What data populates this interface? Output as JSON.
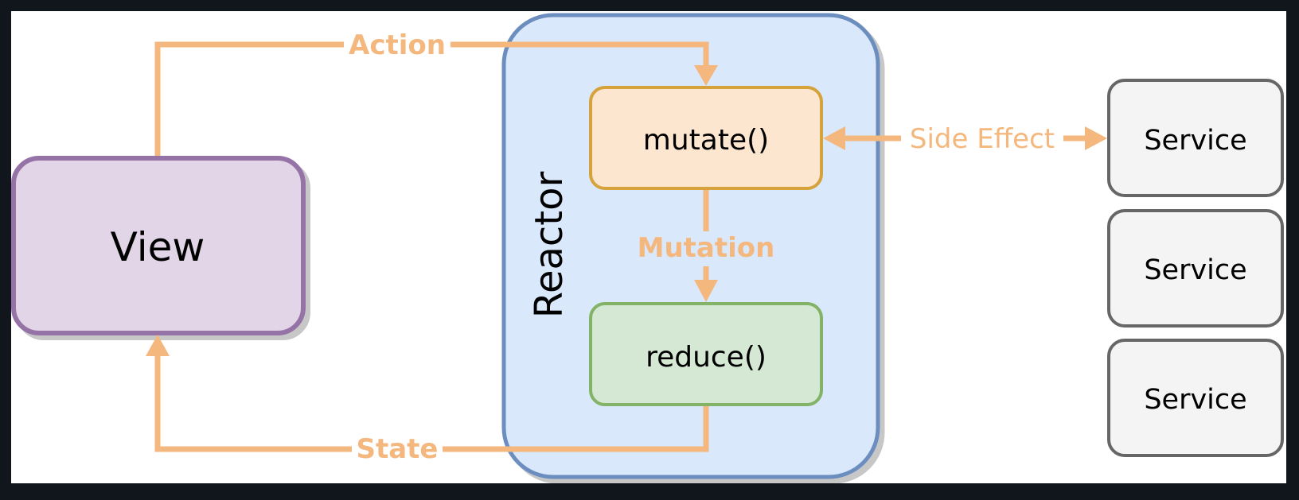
{
  "colors": {
    "frame": "#10161b",
    "canvas": "#ffffff",
    "arrow": "#f4b77d",
    "view_fill": "#e1d5e7",
    "view_stroke": "#9673a6",
    "reactor_fill": "#dae8fc",
    "reactor_stroke": "#6c8ebf",
    "mutate_fill": "#fce6cf",
    "mutate_stroke": "#d6a23c",
    "reduce_fill": "#d5e8d4",
    "reduce_stroke": "#82b366",
    "service_fill": "#f4f4f4",
    "service_stroke": "#666666",
    "text": "#000000"
  },
  "nodes": {
    "view": "View",
    "reactor": "Reactor",
    "mutate": "mutate()",
    "reduce": "reduce()",
    "services": [
      "Service",
      "Service",
      "Service"
    ]
  },
  "edges": {
    "action": "Action",
    "mutation": "Mutation",
    "state": "State",
    "side_effect": "Side Effect"
  }
}
